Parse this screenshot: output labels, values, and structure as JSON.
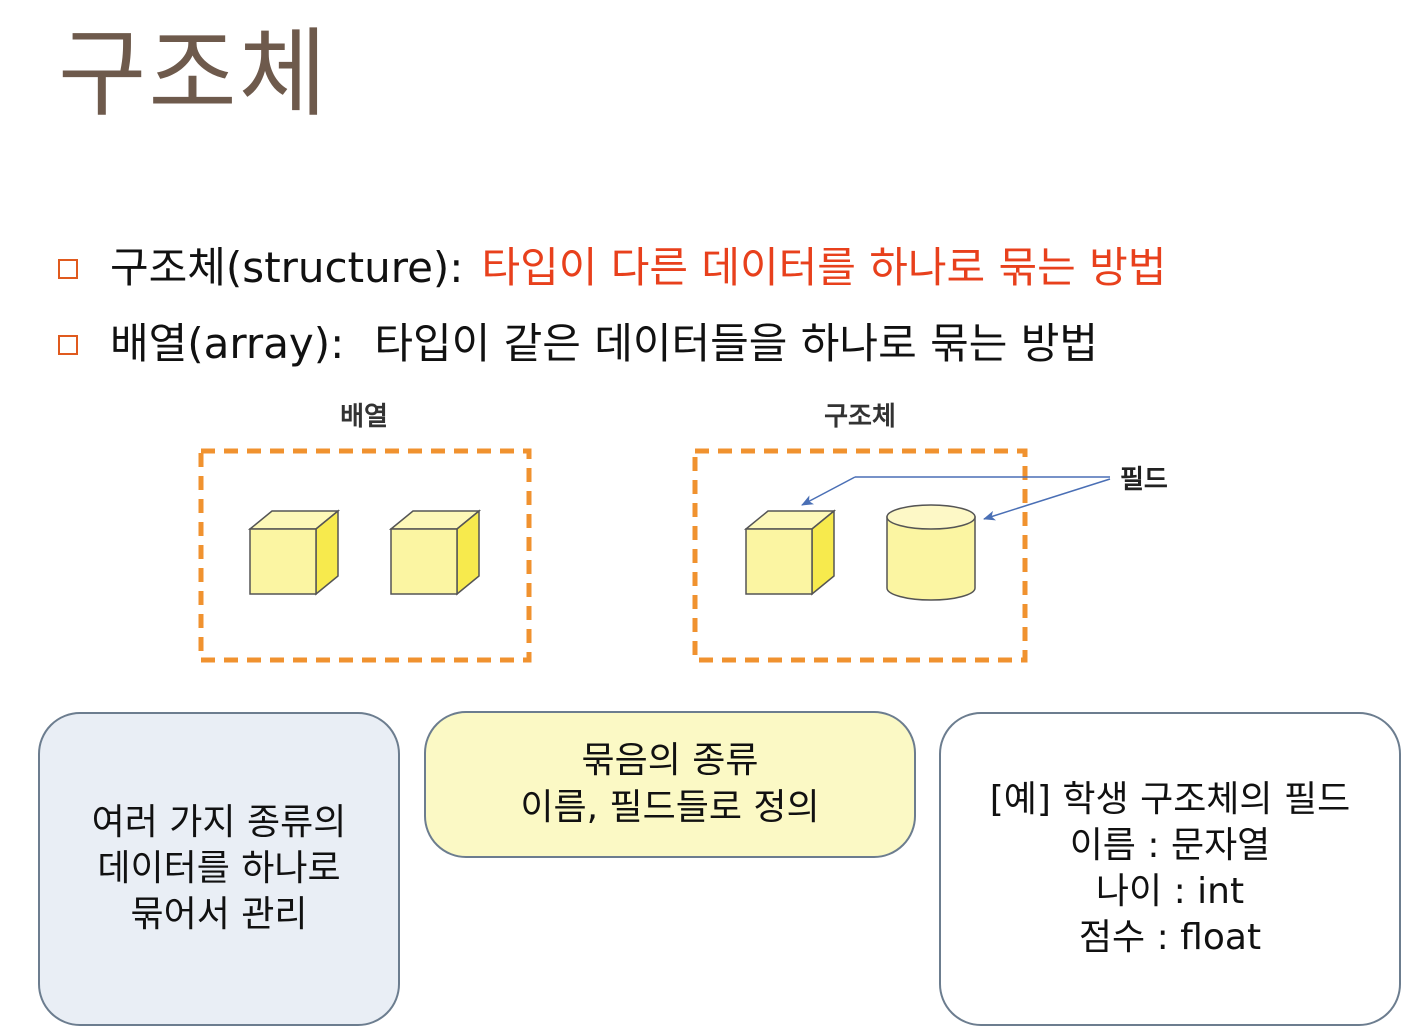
{
  "title": "구조체",
  "bullets": [
    {
      "label": "구조체(structure):",
      "text": "타입이 다른 데이터를 하나로 묶는 방법"
    },
    {
      "label": "배열(array):",
      "text": "타입이 같은 데이터들을 하나로 묶는 방법"
    }
  ],
  "diagram": {
    "array_label": "배열",
    "struct_label": "구조체",
    "field_label": "필드"
  },
  "callouts": {
    "left": [
      "여러 가지 종류의",
      "데이터를 하나로",
      "묶어서 관리"
    ],
    "middle": [
      "묶음의 종류",
      "이름, 필드들로 정의"
    ],
    "right": [
      "[예] 학생 구조체의 필드",
      "이름 : 문자열",
      "나이 : int",
      "점수 : float"
    ]
  },
  "colors": {
    "title": "#6e5a4c",
    "accent": "#e8401c",
    "dashed_border": "#f0922f",
    "cube_fill": "#fbf5a2",
    "arrow": "#4a6fb5"
  }
}
